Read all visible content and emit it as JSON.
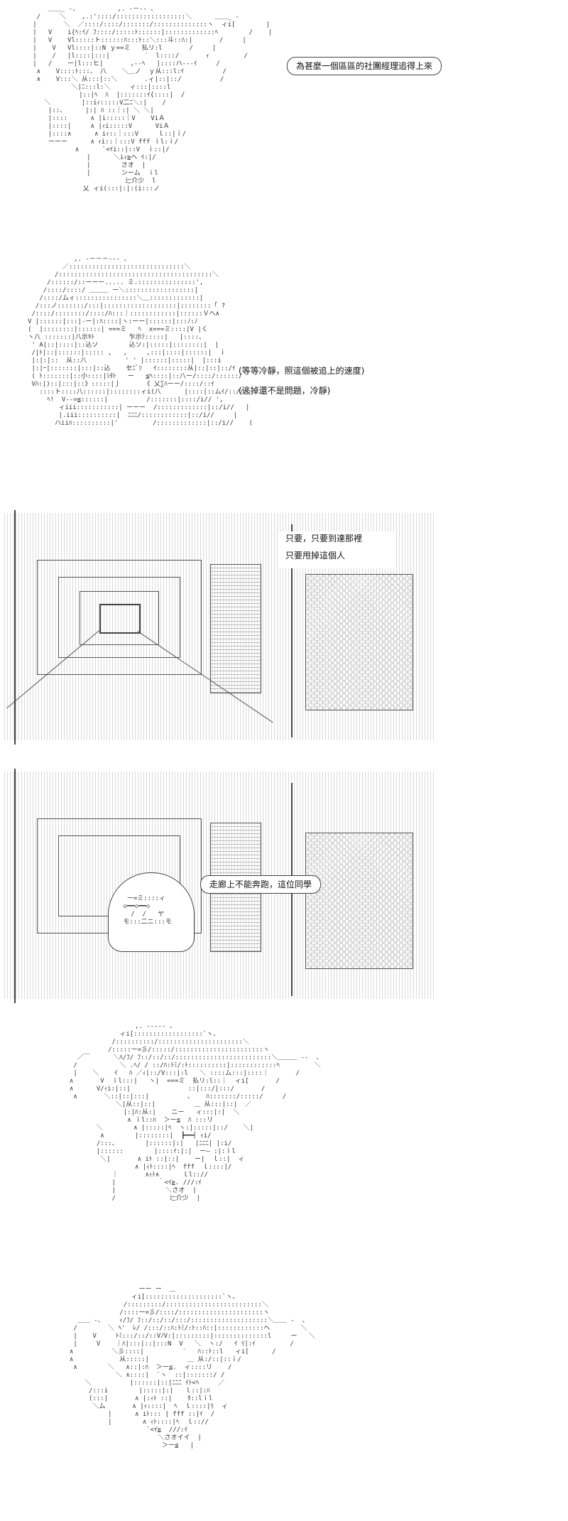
{
  "panels": [
    {
      "id": "panel-1",
      "speech": [
        "為甚麼一個區區的社團經理追得上來"
      ]
    },
    {
      "id": "panel-2",
      "speech": [
        "(等等冷靜，照這個被追上的速度)",
        "(逃掉還不是問題，冷靜)"
      ]
    },
    {
      "id": "panel-3",
      "speech": [
        "只要，只要到達那裡",
        "只要甩掉這個人"
      ]
    },
    {
      "id": "panel-4",
      "speech": [
        "走廊上不能奔跑，這位同學"
      ]
    },
    {
      "id": "panel-5",
      "speech": []
    },
    {
      "id": "panel-6",
      "speech": []
    }
  ],
  "art_fragments": {
    "p1_face": "さオ\nンーム\n辷介少\n乂 ィi(:::|:|:(i:::ノ",
    "p2_face": "|八ミ示ミﾄ   乍示ﾃ  |\n | 込ソ      込ソ\n ≦ .代仆ー／\n ー=ミ ニ三/",
    "p5_face": "ン冬.ミi\n≧|ｿ\nさオ\n辷介少",
    "p6_face": "さオイイ\n>ー≦",
    "p4_face": "◇━◇\nモ二ニモ"
  }
}
